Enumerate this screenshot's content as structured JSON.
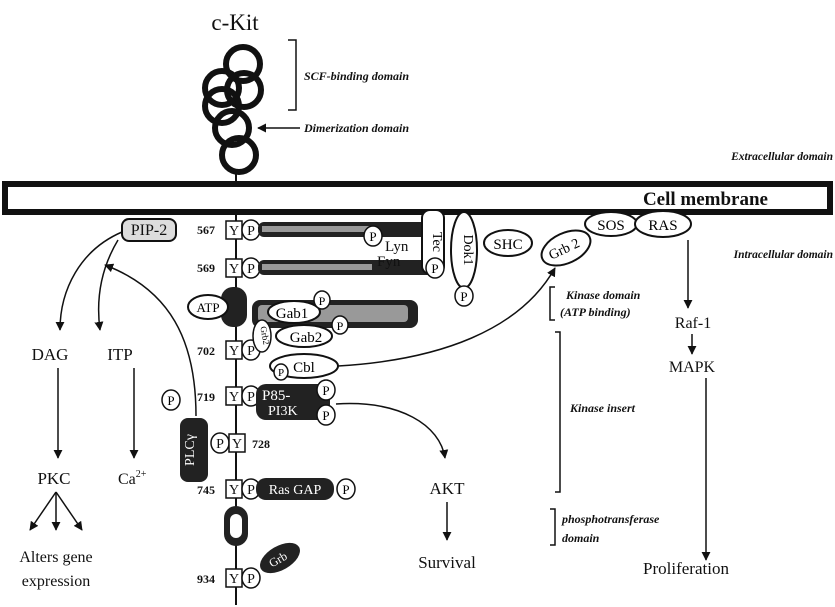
{
  "title": "c-Kit",
  "membrane_label": "Cell membrane",
  "domains": {
    "scf": "SCF-binding domain",
    "dimer": "Dimerization domain",
    "extracellular": "Extracellular domain",
    "intracellular": "Intracellular domain",
    "kinase_line1": "Kinase domain",
    "kinase_line2": "(ATP binding)",
    "kinase_insert": "Kinase insert",
    "phospho_line1": "phosphotransferase",
    "phospho_line2": "domain"
  },
  "residues": {
    "r567": "567",
    "r569": "569",
    "r702": "702",
    "r719": "719",
    "r728": "728",
    "r745": "745",
    "r934": "934"
  },
  "symbols": {
    "Y": "Y",
    "P": "P"
  },
  "molecules": {
    "pip2": "PIP-2",
    "atp": "ATP",
    "lyn": "Lyn",
    "fyn": "Fyn",
    "tec": "Tec",
    "dok1": "Dok1",
    "shc": "SHC",
    "grb2": "Grb 2",
    "sos": "SOS",
    "ras": "RAS",
    "gab1": "Gab1",
    "gab2": "Gab2",
    "grb2_small": "Grb2",
    "cbl": "Cbl",
    "p85_line1": "P85-",
    "p85_line2": "PI3K",
    "plcy": "PLCγ",
    "rasgap": "Ras GAP",
    "grb": "Grb"
  },
  "pathway": {
    "dag": "DAG",
    "itp": "ITP",
    "pkc": "PKC",
    "ca": "Ca",
    "ca_sup": "2+",
    "alters_line1": "Alters gene",
    "alters_line2": "expression",
    "akt": "AKT",
    "survival": "Survival",
    "raf1": "Raf-1",
    "mapk": "MAPK",
    "proliferation": "Proliferation"
  }
}
